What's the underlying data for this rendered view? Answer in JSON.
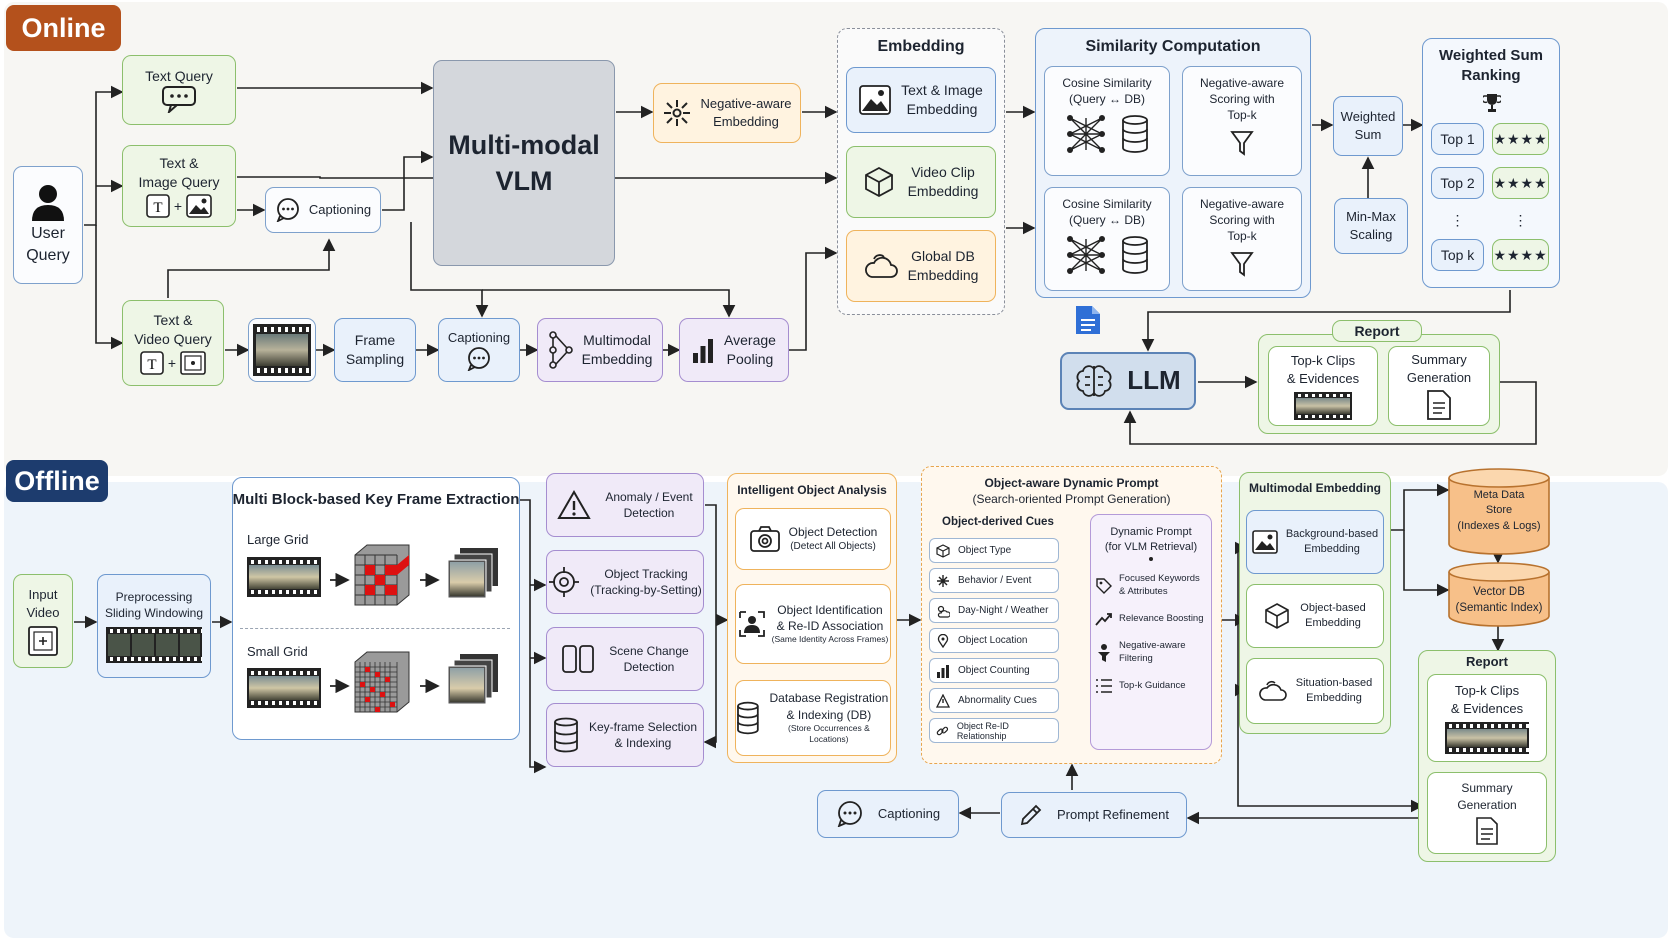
{
  "online": {
    "tag": "Online",
    "user_query": [
      "User",
      "Query"
    ],
    "text_query": "Text Query",
    "text_image_query": [
      "Text &",
      "Image Query"
    ],
    "text_video_query": [
      "Text &",
      "Video Query"
    ],
    "captioning_top": "Captioning",
    "vlm": [
      "Multi-modal",
      "VLM"
    ],
    "negative_aware_embedding": [
      "Negative-aware",
      "Embedding"
    ],
    "frame_sampling": [
      "Frame",
      "Sampling"
    ],
    "captioning_mid": "Captioning",
    "multimodal_embedding": [
      "Multimodal",
      "Embedding"
    ],
    "average_pooling": [
      "Average",
      "Pooling"
    ],
    "embedding": {
      "title": "Embedding",
      "text_image": [
        "Text & Image",
        "Embedding"
      ],
      "video_clip": [
        "Video Clip",
        "Embedding"
      ],
      "global_db": [
        "Global DB",
        "Embedding"
      ]
    },
    "similarity": {
      "title": "Similarity Computation",
      "cos1": [
        "Cosine Similarity",
        "(Query ↔ DB)"
      ],
      "neg1": [
        "Negative-aware",
        "Scoring with",
        "Top-k"
      ],
      "cos2": [
        "Cosine Similarity",
        "(Query ↔ DB)"
      ],
      "neg2": [
        "Negative-aware",
        "Scoring with",
        "Top-k"
      ]
    },
    "weighted_sum": [
      "Weighted",
      "Sum"
    ],
    "min_max": [
      "Min-Max",
      "Scaling"
    ],
    "ranking": {
      "title": [
        "Weighted Sum",
        "Ranking"
      ],
      "rows": [
        {
          "label": "Top 1",
          "stars": "★★★★"
        },
        {
          "label": "Top 2",
          "stars": "★★★★"
        },
        {
          "label": "⋮",
          "stars": "⋮"
        },
        {
          "label": "Top k",
          "stars": "★★★★"
        }
      ]
    },
    "llm": "LLM",
    "report": {
      "title": "Report",
      "clips": [
        "Top-k Clips",
        "& Evidences"
      ],
      "summary": [
        "Summary",
        "Generation"
      ]
    }
  },
  "offline": {
    "tag": "Offline",
    "input_video": [
      "Input",
      "Video"
    ],
    "preprocessing": [
      "Preprocessing",
      "Sliding Windowing"
    ],
    "keyframe": {
      "title": "Multi Block-based Key Frame Extraction",
      "large": "Large Grid",
      "small": "Small Grid"
    },
    "steps": [
      [
        "Anomaly / Event",
        "Detection"
      ],
      [
        "Object Tracking",
        "(Tracking-by-Setting)"
      ],
      [
        "Scene Change",
        "Detection"
      ],
      [
        "Key-frame Selection",
        "& Indexing"
      ]
    ],
    "ioa": {
      "title": "Intelligent Object Analysis",
      "det": [
        "Object Detection",
        "(Detect All Objects)"
      ],
      "reid": [
        "Object Identification",
        "& Re-ID Association",
        "(Same Identity Across Frames)"
      ],
      "db": [
        "Database Registration",
        "& Indexing (DB)",
        "(Store Occurrences & Locations)"
      ]
    },
    "prompt": {
      "title": [
        "Object-aware Dynamic Prompt",
        "(Search-oriented Prompt Generation)"
      ],
      "cues_title": "Object-derived Cues",
      "cues": [
        "Object Type",
        "Behavior / Event",
        "Day-Night / Weather",
        "Object Location",
        "Object Counting",
        "Abnormality Cues",
        "Object Re-ID Relationship"
      ],
      "dyn_title": [
        "Dynamic Prompt",
        "(for VLM Retrieval)"
      ],
      "dyn": [
        [
          "Focused Keywords",
          "& Attributes"
        ],
        [
          "Relevance Boosting"
        ],
        [
          "Negative-aware",
          "Filtering"
        ],
        [
          "Top-k Guidance"
        ]
      ]
    },
    "mm": {
      "title": "Multimodal Embedding",
      "items": [
        [
          "Background-based",
          "Embedding"
        ],
        [
          "Object-based",
          "Embedding"
        ],
        [
          "Situation-based",
          "Embedding"
        ]
      ]
    },
    "meta": [
      "Meta Data",
      "Store",
      "(Indexes & Logs)"
    ],
    "vector": [
      "Vector DB",
      "(Semantic Index)"
    ],
    "report": {
      "title": "Report",
      "clips": [
        "Top-k Clips",
        "& Evidences"
      ],
      "summary": [
        "Summary",
        "Generation"
      ]
    },
    "captioning": "Captioning",
    "prompt_refinement": "Prompt Refinement"
  }
}
